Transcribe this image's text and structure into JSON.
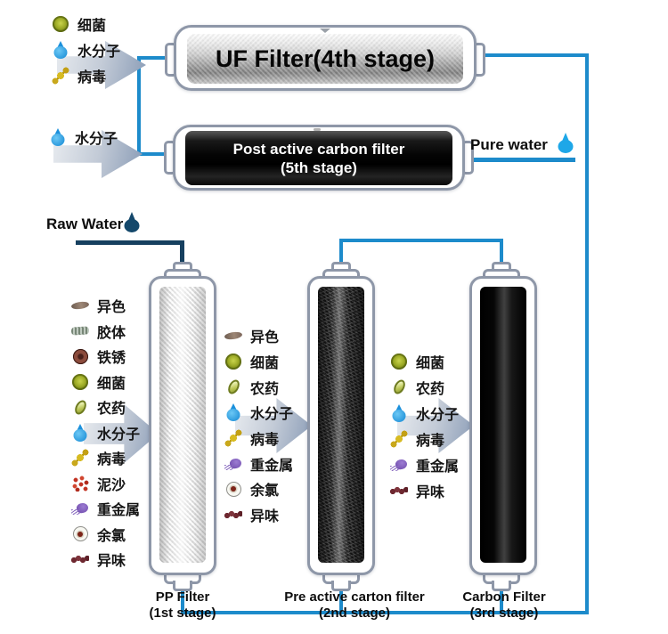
{
  "colors": {
    "pipe": "#1d8bcb",
    "raw_pipe": "#16405f",
    "pure_droplet": "#1ea7e8",
    "raw_droplet": "#14486b"
  },
  "flow": {
    "raw_water_label": "Raw Water",
    "pure_water_label": "Pure water"
  },
  "filters": {
    "uf": {
      "label": "UF Filter(4th stage)"
    },
    "post_carbon": {
      "line1": "Post active carbon filter",
      "line2": "(5th stage)"
    },
    "pp": {
      "line1": "PP Filter",
      "line2": "(1st stage)"
    },
    "pre_carbon": {
      "line1": "Pre active carton filter",
      "line2": "(2nd stage)"
    },
    "carbon": {
      "line1": "Carbon Filter",
      "line2": "(3rd stage)"
    }
  },
  "contaminant_groups": {
    "uf_inlet": [
      {
        "icon": "bacteria",
        "label": "细菌"
      },
      {
        "icon": "water",
        "label": "水分子"
      },
      {
        "icon": "virus",
        "label": "病毒"
      }
    ],
    "post_carbon_inlet": [
      {
        "icon": "water",
        "label": "水分子"
      }
    ],
    "pp_inlet": [
      {
        "icon": "offcolor",
        "label": "异色"
      },
      {
        "icon": "colloid",
        "label": "胶体"
      },
      {
        "icon": "rust",
        "label": "铁锈"
      },
      {
        "icon": "bacteria",
        "label": "细菌"
      },
      {
        "icon": "pesticide",
        "label": "农药"
      },
      {
        "icon": "water",
        "label": "水分子"
      },
      {
        "icon": "virus",
        "label": "病毒"
      },
      {
        "icon": "sediment",
        "label": "泥沙"
      },
      {
        "icon": "heavymetal",
        "label": "重金属"
      },
      {
        "icon": "chlorine",
        "label": "余氯"
      },
      {
        "icon": "odor",
        "label": "异味"
      }
    ],
    "pre_carbon_inlet": [
      {
        "icon": "offcolor",
        "label": "异色"
      },
      {
        "icon": "bacteria",
        "label": "细菌"
      },
      {
        "icon": "pesticide",
        "label": "农药"
      },
      {
        "icon": "water",
        "label": "水分子"
      },
      {
        "icon": "virus",
        "label": "病毒"
      },
      {
        "icon": "heavymetal",
        "label": "重金属"
      },
      {
        "icon": "chlorine",
        "label": "余氯"
      },
      {
        "icon": "odor",
        "label": "异味"
      }
    ],
    "carbon_inlet": [
      {
        "icon": "bacteria",
        "label": "细菌"
      },
      {
        "icon": "pesticide",
        "label": "农药"
      },
      {
        "icon": "water",
        "label": "水分子"
      },
      {
        "icon": "virus",
        "label": "病毒"
      },
      {
        "icon": "heavymetal",
        "label": "重金属"
      },
      {
        "icon": "odor",
        "label": "异味"
      }
    ]
  }
}
